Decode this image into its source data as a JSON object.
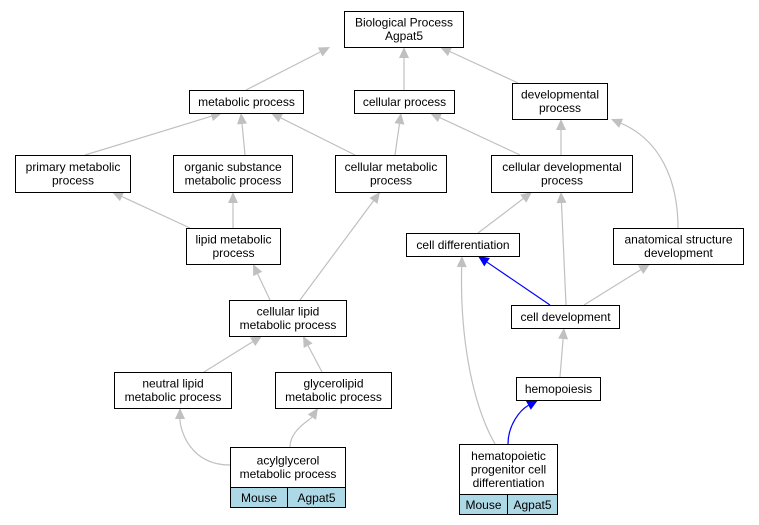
{
  "diagram": {
    "colors": {
      "edge_gray": "#c0c0c0",
      "edge_blue": "#0000ff",
      "node_border": "#000000",
      "node_fill": "#ffffff",
      "species_fill": "#add8e6"
    },
    "nodes": [
      {
        "id": "bp",
        "lines": [
          "Biological Process",
          "Agpat5"
        ]
      },
      {
        "id": "metabolic",
        "lines": [
          "metabolic process"
        ]
      },
      {
        "id": "cellular",
        "lines": [
          "cellular process"
        ]
      },
      {
        "id": "developmental",
        "lines": [
          "developmental",
          "process"
        ]
      },
      {
        "id": "primary",
        "lines": [
          "primary metabolic",
          "process"
        ]
      },
      {
        "id": "organic",
        "lines": [
          "organic substance",
          "metabolic process"
        ]
      },
      {
        "id": "cellmetab",
        "lines": [
          "cellular metabolic",
          "process"
        ]
      },
      {
        "id": "celldevproc",
        "lines": [
          "cellular developmental",
          "process"
        ]
      },
      {
        "id": "lipid",
        "lines": [
          "lipid metabolic",
          "process"
        ]
      },
      {
        "id": "celldiff",
        "lines": [
          "cell differentiation"
        ]
      },
      {
        "id": "anatomical",
        "lines": [
          "anatomical structure",
          "development"
        ]
      },
      {
        "id": "celllipid",
        "lines": [
          "cellular lipid",
          "metabolic process"
        ]
      },
      {
        "id": "celldev",
        "lines": [
          "cell development"
        ]
      },
      {
        "id": "neutral",
        "lines": [
          "neutral lipid",
          "metabolic process"
        ]
      },
      {
        "id": "glycero",
        "lines": [
          "glycerolipid",
          "metabolic process"
        ]
      },
      {
        "id": "hemopoiesis",
        "lines": [
          "hemopoiesis"
        ]
      },
      {
        "id": "acyl",
        "lines": [
          "acylglycerol",
          "metabolic process"
        ],
        "annotation": [
          "Mouse",
          "Agpat5"
        ]
      },
      {
        "id": "hemato",
        "lines": [
          "hematopoietic",
          "progenitor cell",
          "differentiation"
        ],
        "annotation": [
          "Mouse",
          "Agpat5"
        ]
      }
    ],
    "edges": [
      {
        "from": "metabolic",
        "to": "bp",
        "color": "gray"
      },
      {
        "from": "cellular",
        "to": "bp",
        "color": "gray"
      },
      {
        "from": "developmental",
        "to": "bp",
        "color": "gray"
      },
      {
        "from": "primary",
        "to": "metabolic",
        "color": "gray"
      },
      {
        "from": "organic",
        "to": "metabolic",
        "color": "gray"
      },
      {
        "from": "cellmetab",
        "to": "metabolic",
        "color": "gray"
      },
      {
        "from": "cellmetab",
        "to": "cellular",
        "color": "gray"
      },
      {
        "from": "celldevproc",
        "to": "cellular",
        "color": "gray"
      },
      {
        "from": "celldevproc",
        "to": "developmental",
        "color": "gray"
      },
      {
        "from": "anatomical",
        "to": "developmental",
        "color": "gray"
      },
      {
        "from": "lipid",
        "to": "primary",
        "color": "gray"
      },
      {
        "from": "lipid",
        "to": "organic",
        "color": "gray"
      },
      {
        "from": "celllipid",
        "to": "lipid",
        "color": "gray"
      },
      {
        "from": "celllipid",
        "to": "cellmetab",
        "color": "gray"
      },
      {
        "from": "celldiff",
        "to": "celldevproc",
        "color": "gray"
      },
      {
        "from": "celldev",
        "to": "celldevproc",
        "color": "gray"
      },
      {
        "from": "celldev",
        "to": "celldiff",
        "color": "blue"
      },
      {
        "from": "celldev",
        "to": "anatomical",
        "color": "gray"
      },
      {
        "from": "neutral",
        "to": "celllipid",
        "color": "gray"
      },
      {
        "from": "glycero",
        "to": "celllipid",
        "color": "gray"
      },
      {
        "from": "hemopoiesis",
        "to": "celldev",
        "color": "gray"
      },
      {
        "from": "acyl",
        "to": "neutral",
        "color": "gray"
      },
      {
        "from": "acyl",
        "to": "glycero",
        "color": "gray"
      },
      {
        "from": "hemato",
        "to": "hemopoiesis",
        "color": "blue"
      },
      {
        "from": "hemato",
        "to": "celldiff",
        "color": "gray"
      }
    ]
  }
}
